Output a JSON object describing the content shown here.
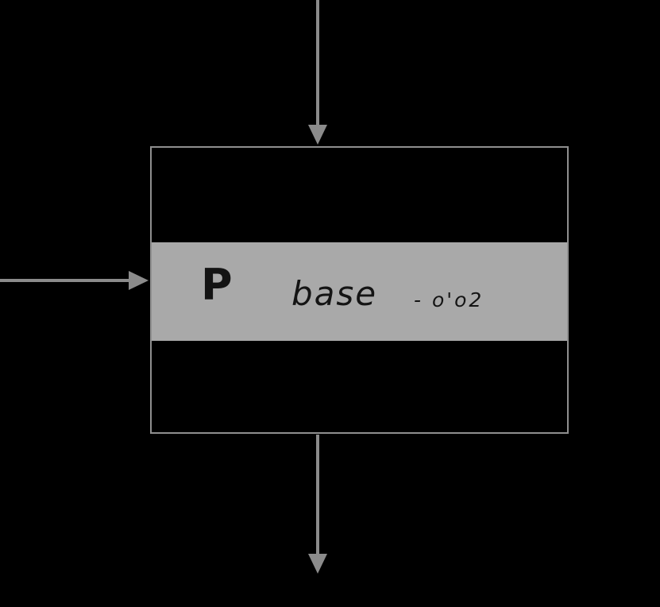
{
  "diagram": {
    "block": {
      "label_p": "P",
      "label_base": "base",
      "label_note": "- o'o2"
    },
    "colors": {
      "background": "#000000",
      "arrow": "#8b8b8b",
      "band": "#a9a9a9",
      "border": "#8f8f8f",
      "ink": "#141414"
    }
  }
}
